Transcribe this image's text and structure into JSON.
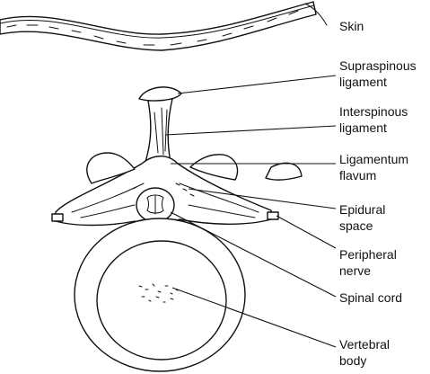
{
  "labels": {
    "skin": [
      "Skin"
    ],
    "supraspinous": [
      "Supraspinous",
      "ligament"
    ],
    "interspinous": [
      "Interspinous",
      "ligament"
    ],
    "flavum": [
      "Ligamentum",
      "flavum"
    ],
    "epidural": [
      "Epidural",
      "space"
    ],
    "peripheral": [
      "Peripheral",
      "nerve"
    ],
    "cord": [
      "Spinal cord"
    ],
    "body": [
      "Vertebral",
      "body"
    ]
  }
}
